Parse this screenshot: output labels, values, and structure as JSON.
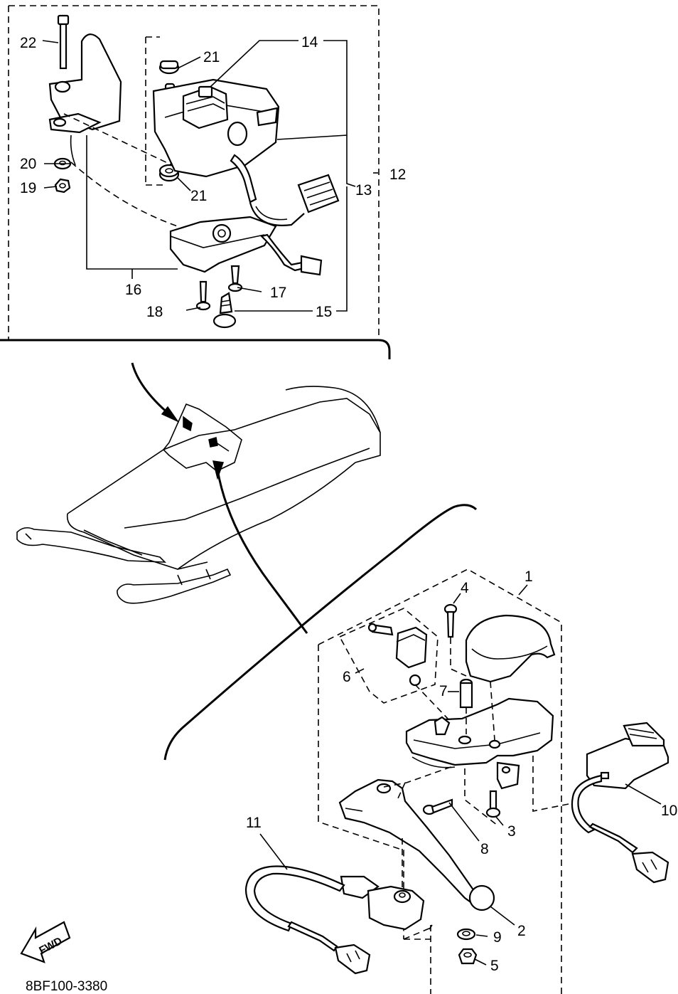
{
  "callouts": {
    "c1": "1",
    "c2": "2",
    "c3": "3",
    "c4": "4",
    "c5": "5",
    "c6": "6",
    "c7": "7",
    "c8": "8",
    "c9": "9",
    "c10": "10",
    "c11": "11",
    "c12": "12",
    "c13": "13",
    "c14": "14",
    "c15": "15",
    "c16": "16",
    "c17": "17",
    "c18": "18",
    "c19": "19",
    "c20": "20",
    "c21a": "21",
    "c21b": "21",
    "c22": "22"
  },
  "drawing_code": "8BF100-3380",
  "fwd_label": "FWD"
}
